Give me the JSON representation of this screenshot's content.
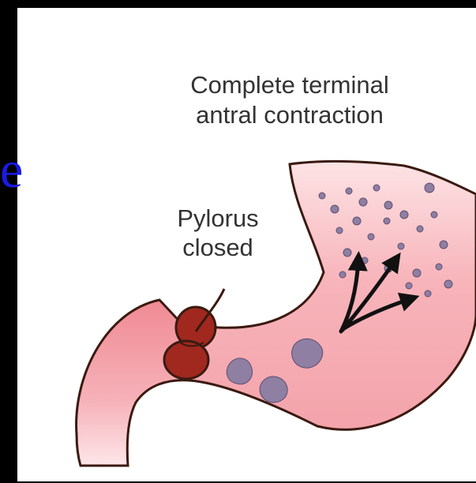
{
  "overlay_glyph": "e",
  "labels": {
    "title_line1": "Complete terminal",
    "title_line2": "antral contraction",
    "pylorus_line1": "Pylorus",
    "pylorus_line2": "closed"
  },
  "colors": {
    "outline": "#3a1a10",
    "wall_light": "#fde3e5",
    "wall_mid": "#f5a7ae",
    "wall_deep": "#ee7f8a",
    "sphincter": "#a0281f",
    "food": "#8e7fa3",
    "arrows": "#111111",
    "overlay_glyph": "#1a1ae6"
  },
  "icons": [
    "stomach-illustration",
    "pylorus-sphincter",
    "food-particles",
    "retropulsion-arrows"
  ]
}
